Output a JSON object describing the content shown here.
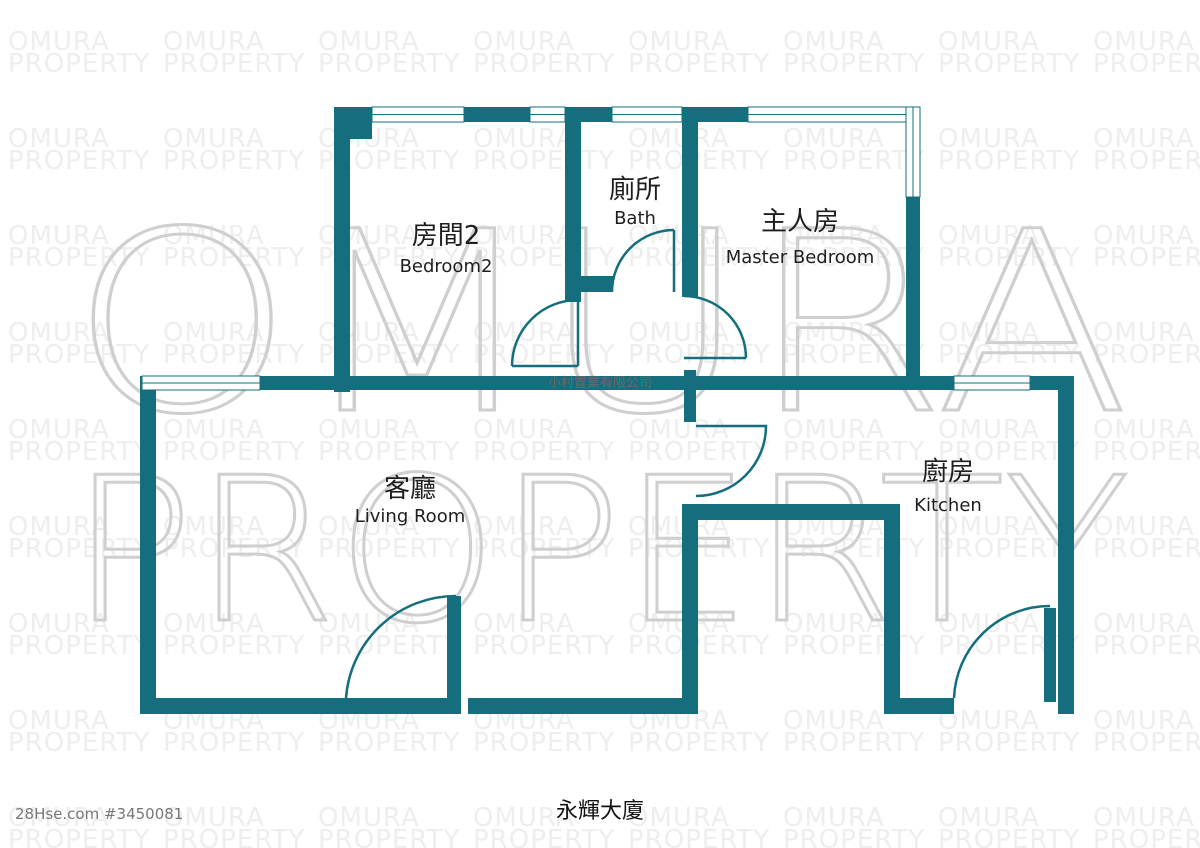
{
  "watermark": {
    "tile_line1": "OMURA",
    "tile_line2": "PROPERTY",
    "big_line1": "OMURA",
    "big_line2": "PROPERTY"
  },
  "rooms": {
    "bedroom2": {
      "zh": "房間2",
      "en": "Bedroom2"
    },
    "bath": {
      "zh": "廁所",
      "en": "Bath"
    },
    "master": {
      "zh": "主人房",
      "en": "Master Bedroom"
    },
    "living": {
      "zh": "客廳",
      "en": "Living Room"
    },
    "kitchen": {
      "zh": "廚房",
      "en": "Kitchen"
    }
  },
  "company_label": "小村置業有限公司",
  "building_name": "永輝大廈",
  "listing_id": "28Hse.com #3450081",
  "colors": {
    "wall": "#146e7d",
    "watermark_big": "#cfcfcf",
    "watermark_tile": "#eeeeee"
  }
}
